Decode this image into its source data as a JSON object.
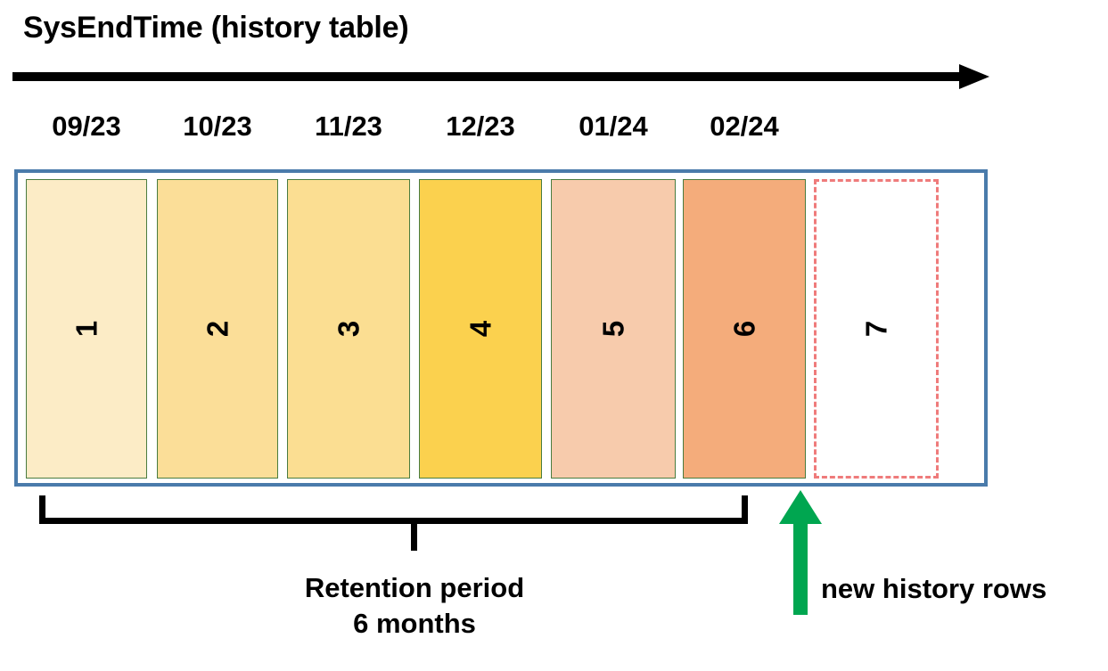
{
  "diagram": {
    "title": "SysEndTime (history table)",
    "timeline": {
      "axis_name": "time-axis-arrow",
      "direction": "right"
    },
    "month_labels": [
      "09/23",
      "10/23",
      "11/23",
      "12/23",
      "01/24",
      "02/24"
    ],
    "partitions": [
      {
        "number": "1",
        "month": "09/23",
        "fill": "#FCECC6",
        "border": "#4a7c3f",
        "style": "solid",
        "in_retention": true
      },
      {
        "number": "2",
        "month": "10/23",
        "fill": "#FBDE98",
        "border": "#4a7c3f",
        "style": "solid",
        "in_retention": true
      },
      {
        "number": "3",
        "month": "11/23",
        "fill": "#FBDE92",
        "border": "#4a7c3f",
        "style": "solid",
        "in_retention": true
      },
      {
        "number": "4",
        "month": "12/23",
        "fill": "#FBD14E",
        "border": "#4a7c3f",
        "style": "solid",
        "in_retention": true
      },
      {
        "number": "5",
        "month": "01/24",
        "fill": "#F7CBAC",
        "border": "#4a7c3f",
        "style": "solid",
        "in_retention": true
      },
      {
        "number": "6",
        "month": "02/24",
        "fill": "#F4AC7B",
        "border": "#4a7c3f",
        "style": "solid",
        "in_retention": true
      },
      {
        "number": "7",
        "month": "",
        "fill": "#FFFFFF",
        "border": "#EF7B7B",
        "style": "dashed",
        "in_retention": false
      }
    ],
    "retention": {
      "caption_line1": "Retention period",
      "caption_line2": "6 months",
      "span_months": 6,
      "covers_partitions": [
        "1",
        "2",
        "3",
        "4",
        "5",
        "6"
      ]
    },
    "new_rows": {
      "label": "new history rows",
      "arrow_color": "#00A650",
      "points_to_partition": "7"
    },
    "colors": {
      "container_border": "#4a7bab",
      "timeline_arrow": "#000000",
      "bracket": "#000000",
      "future_partition_border": "#EF7B7B",
      "green_arrow": "#00A650"
    }
  }
}
